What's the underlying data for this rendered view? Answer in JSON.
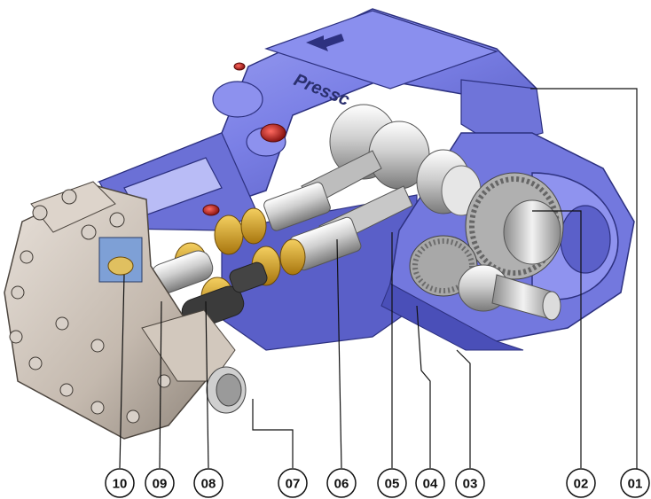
{
  "diagram": {
    "brand_text": "Pressc",
    "callouts": [
      {
        "id": "10",
        "label": "10"
      },
      {
        "id": "09",
        "label": "09"
      },
      {
        "id": "08",
        "label": "08"
      },
      {
        "id": "07",
        "label": "07"
      },
      {
        "id": "06",
        "label": "06"
      },
      {
        "id": "05",
        "label": "05"
      },
      {
        "id": "04",
        "label": "04"
      },
      {
        "id": "03",
        "label": "03"
      },
      {
        "id": "02",
        "label": "02"
      },
      {
        "id": "01",
        "label": "01"
      }
    ],
    "colors": {
      "housing": "#7b80e6",
      "housing_dark": "#4a4fb8",
      "housing_light": "#a3a7f3",
      "pump_head": "#c9bfb5",
      "steel": "#d9d9d9",
      "brass": "#d9a520",
      "seal_red": "#c0282b"
    }
  }
}
